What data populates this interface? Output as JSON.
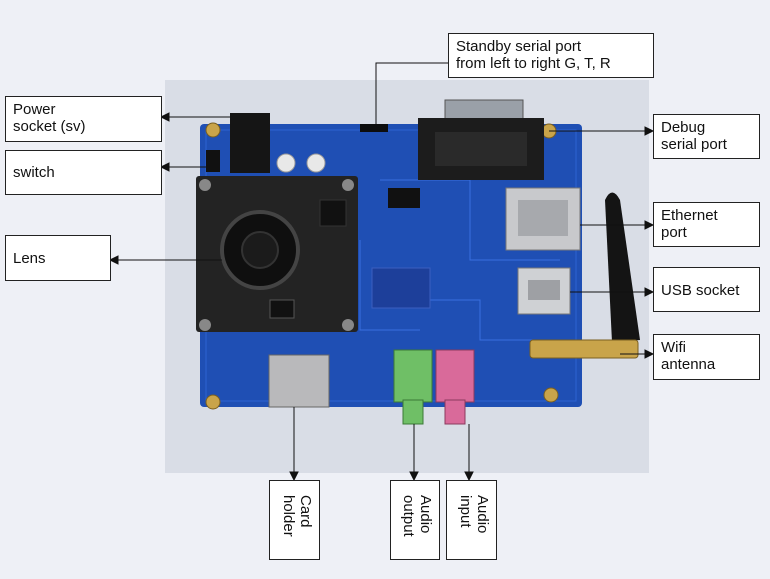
{
  "labels": {
    "standby": "Standby serial port\nfrom left to right G, T, R",
    "power": "Power\nsocket (sv)",
    "switch": "switch",
    "lens": "Lens",
    "debug": "Debug\nserial port",
    "ethernet": "Ethernet\nport",
    "usb": "USB socket",
    "wifi": "Wifi\nantenna",
    "card": "Card\nholder",
    "audio_out": "Audio\noutput",
    "audio_in": "Audio\ninput"
  },
  "colors": {
    "pcb": "#1f4fb4",
    "camera_board": "#232323",
    "green_jack": "#6fbf66",
    "pink_jack": "#d96a9a"
  }
}
